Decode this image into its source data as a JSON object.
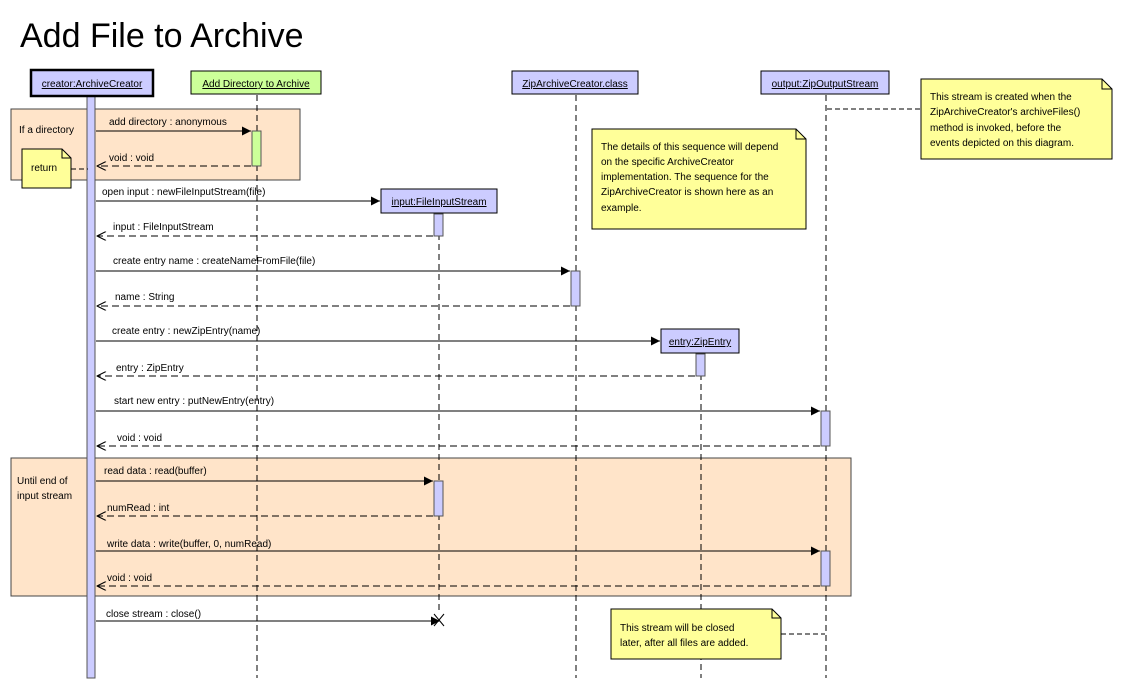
{
  "title": "Add File to Archive",
  "lifelines": {
    "creator": "creator:ArchiveCreator",
    "add_directory": "Add Directory to Archive",
    "zip_class": "ZipArchiveCreator.class",
    "output": "output:ZipOutputStream",
    "input": "input:FileInputStream",
    "entry": "entry:ZipEntry"
  },
  "fragments": {
    "if_directory": "If a directory",
    "until_end_1": "Until end of",
    "until_end_2": "input stream"
  },
  "notes": {
    "return": "return",
    "details": [
      "The details of this sequence will depend",
      "on the specific ArchiveCreator",
      "implementation.  The sequence for the",
      "ZipArchiveCreator is shown here as an",
      "example."
    ],
    "created": [
      "This stream is created when the",
      "ZipArchiveCreator's archiveFiles()",
      "method is invoked, before the",
      "events depicted on this diagram."
    ],
    "closed": [
      "This stream will be closed",
      "later, after all files are added."
    ]
  },
  "messages": {
    "m1": "add directory : anonymous",
    "r1": "void : void",
    "m2": "open input : newFileInputStream(file)",
    "r2": "input : FileInputStream",
    "m3": "create entry name : createNameFromFile(file)",
    "r3": "name : String",
    "m4": "create entry : newZipEntry(name)",
    "r4": "entry : ZipEntry",
    "m5": "start new entry : putNewEntry(entry)",
    "r5": "void : void",
    "m6": "read data : read(buffer)",
    "r6": "numRead : int",
    "m7": "write data : write(buffer, 0, numRead)",
    "r7": "void : void",
    "m8": "close stream : close()"
  },
  "colors": {
    "lifeline_box": "#ccccff",
    "add_dir_box": "#ccff99",
    "fragment": "#ffe4c9",
    "note": "#ffff99"
  }
}
